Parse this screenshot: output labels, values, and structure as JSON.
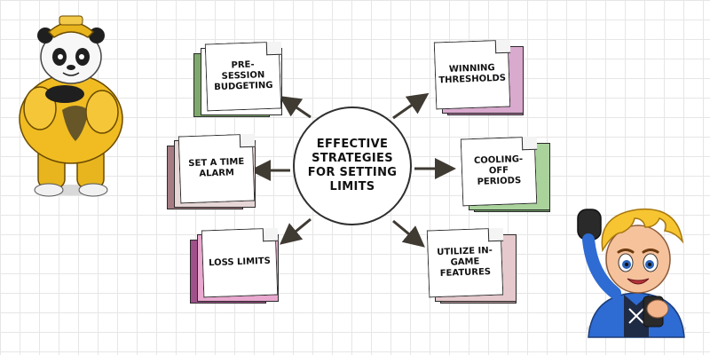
{
  "center": {
    "title": "Effective Strategies for Setting Limits"
  },
  "notes": [
    {
      "label": "Pre-Session Budgeting",
      "color": "#7fa96c"
    },
    {
      "label": "Set a Time Alarm",
      "color": "#a67c82"
    },
    {
      "label": "Loss Limits",
      "color": "#a0508a"
    },
    {
      "label": "Winning Thresholds",
      "color": "#b47ba8"
    },
    {
      "label": "Cooling-off Periods",
      "color": "#6e9e64"
    },
    {
      "label": "Utilize In-game Features",
      "color": "#b49299"
    }
  ],
  "icons": [
    "panda-mascot-icon",
    "blond-boy-mascot-icon"
  ],
  "colors": {
    "arrow": "#3f3a32",
    "outline": "#2a2a2a"
  }
}
